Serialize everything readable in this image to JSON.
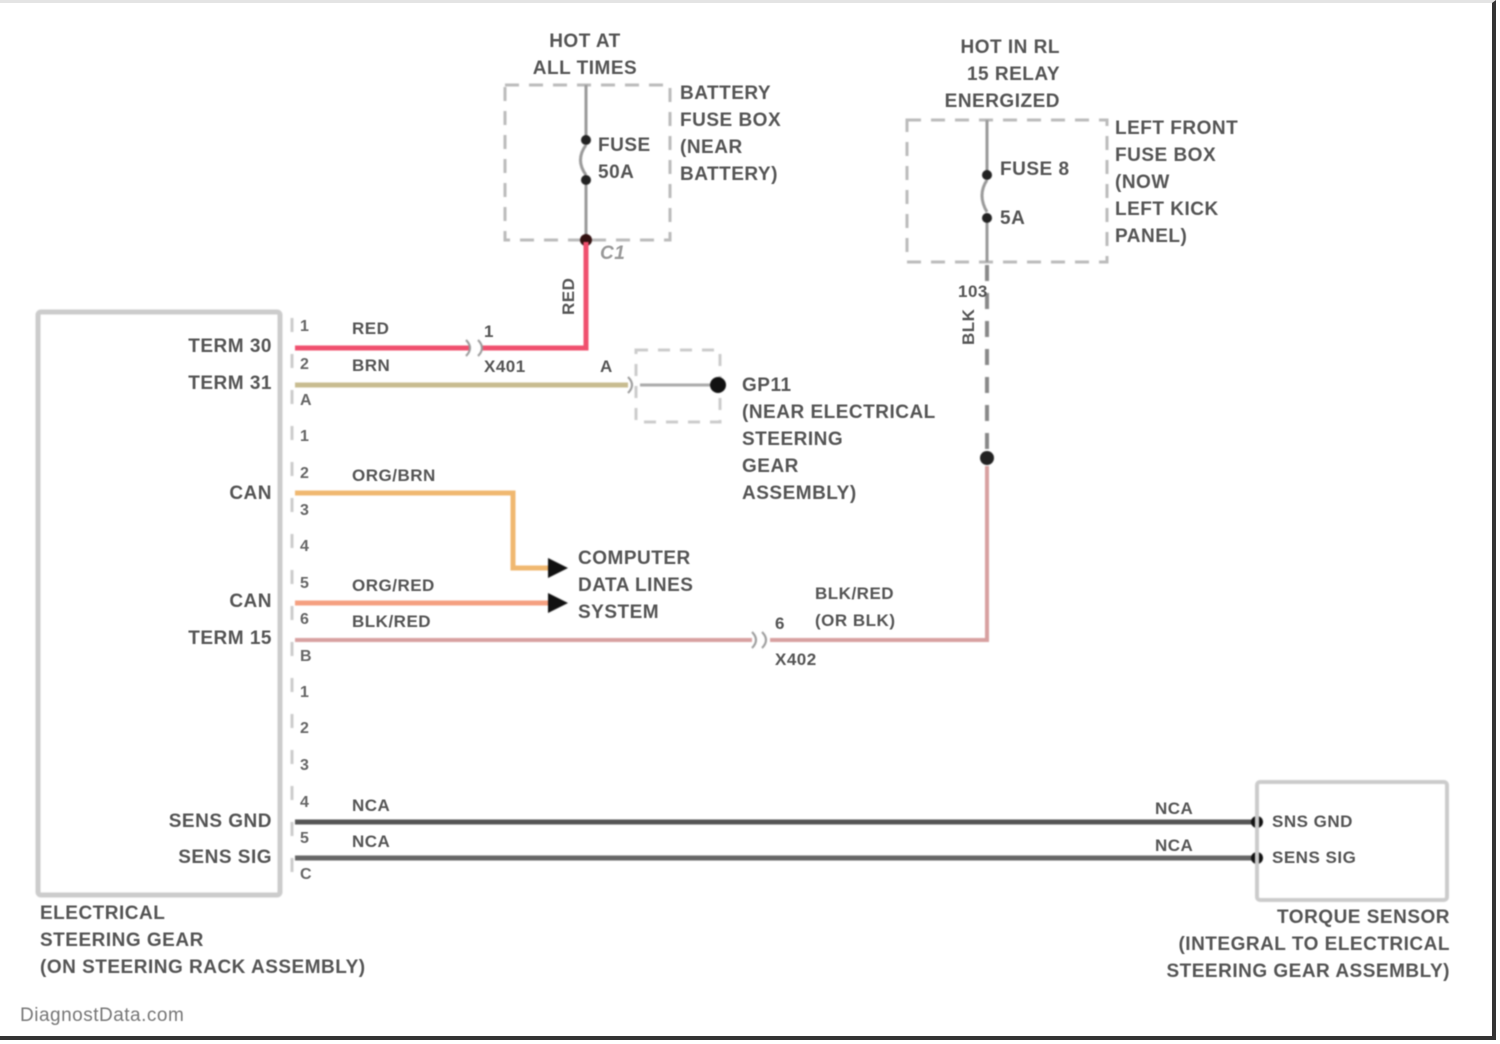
{
  "diagram": {
    "power_sources": [
      {
        "label": "HOT AT\nALL TIMES"
      },
      {
        "label": "HOT IN RL\n15 RELAY\nENERGIZED"
      }
    ],
    "fuse_boxes": [
      {
        "name": "BATTERY\nFUSE BOX\n(NEAR\nBATTERY)",
        "fuse": "FUSE\n50A",
        "connector": "C1"
      },
      {
        "name": "LEFT FRONT\nFUSE BOX\n(NOW\nLEFT KICK\nPANEL)",
        "fuse_name": "FUSE 8",
        "fuse_rating": "5A",
        "connector": "103"
      }
    ],
    "components": {
      "steering_gear": {
        "name": "ELECTRICAL\nSTEERING GEAR\n(ON STEERING RACK ASSEMBLY)",
        "terminals": [
          "TERM 30",
          "TERM 31",
          "CAN",
          "CAN",
          "TERM 15",
          "SENS GND",
          "SENS SIG"
        ]
      },
      "torque_sensor": {
        "name": "TORQUE SENSOR\n(INTEGRAL TO ELECTRICAL\nSTEERING GEAR ASSEMBLY)",
        "terminals": [
          "SNS GND",
          "SENS SIG"
        ]
      },
      "ground": {
        "name": "GP11\n(NEAR ELECTRICAL\nSTEERING\nGEAR\nASSEMBLY)",
        "pin": "A"
      },
      "data_lines": {
        "name": "COMPUTER\nDATA LINES\nSYSTEM"
      }
    },
    "pins": {
      "group1": [
        "1",
        "2",
        "A"
      ],
      "group2": [
        "1",
        "2",
        "3",
        "4",
        "5",
        "6",
        "B"
      ],
      "group3": [
        "1",
        "2",
        "3",
        "4",
        "5",
        "C"
      ]
    },
    "wires": [
      {
        "id": "term30",
        "color_label": "RED",
        "color": "#f0506e",
        "pin": "1",
        "inline_pin": "1",
        "inline_connector": "X401",
        "riser_label": "RED"
      },
      {
        "id": "term31",
        "color_label": "BRN",
        "color": "#c8bc90",
        "pin": "2"
      },
      {
        "id": "can_high",
        "color_label": "ORG/BRN",
        "color": "#f0b870",
        "pin": "2"
      },
      {
        "id": "can_low",
        "color_label": "ORG/RED",
        "color": "#f5a080",
        "pin": "5"
      },
      {
        "id": "term15",
        "color_label": "BLK/RED",
        "color": "#d8a0a0",
        "pin": "6",
        "alt_label": "BLK/RED\n(OR BLK)",
        "inline_pin": "6",
        "inline_connector": "X402",
        "riser_label": "BLK"
      },
      {
        "id": "sens_gnd",
        "color_label": "NCA",
        "color": "#555555",
        "pin": "4"
      },
      {
        "id": "sens_sig",
        "color_label": "NCA",
        "color": "#666666",
        "pin": "5"
      }
    ],
    "watermark": "DiagnostData.com"
  }
}
